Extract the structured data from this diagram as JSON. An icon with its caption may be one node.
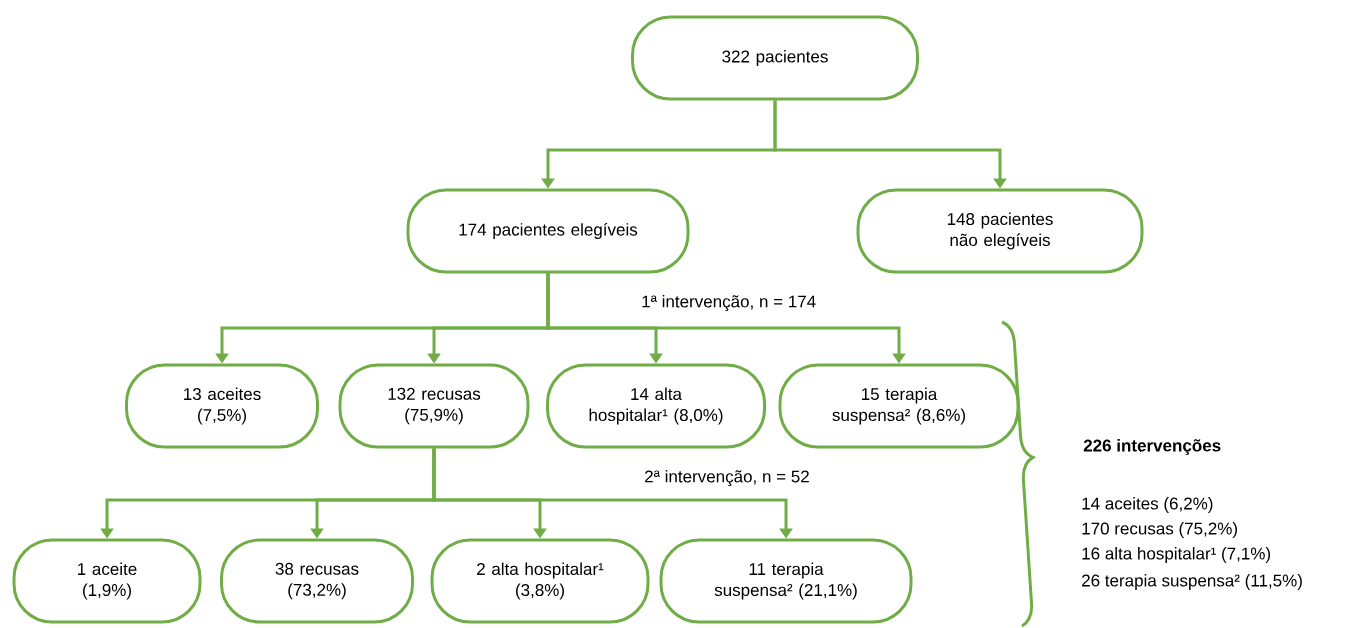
{
  "diagram": {
    "nodes": [
      {
        "text": [
          "322 pacientes"
        ]
      },
      {
        "text": [
          "174 pacientes elegíveis"
        ]
      },
      {
        "text": [
          "148 pacientes não elegíveis"
        ]
      },
      {
        "text": [
          "13 aceites (7,5%)"
        ]
      },
      {
        "text": [
          "132 recusas (75,9%)"
        ]
      },
      {
        "text": [
          "14 alta hospitalar¹ (8,0%)"
        ]
      },
      {
        "text": [
          "15 terapia suspensa² (8,6%)"
        ]
      },
      {
        "text": [
          "1 aceite (1,9%)"
        ]
      },
      {
        "text": [
          "38 recusas (73,2%)"
        ]
      },
      {
        "text": [
          "2 alta hospitalar¹ (3,8%)"
        ]
      },
      {
        "text": [
          "11 terapia suspensa² (21,1%)"
        ]
      }
    ],
    "edges": [
      {
        "from": 0,
        "to": 1,
        "arrow": "to"
      },
      {
        "from": 0,
        "to": 2,
        "arrow": "to"
      },
      {
        "from": 1,
        "to": 3,
        "arrow": "to"
      },
      {
        "from": 1,
        "to": 4,
        "arrow": "to"
      },
      {
        "from": 1,
        "to": 5,
        "arrow": "to"
      },
      {
        "from": 1,
        "to": 6,
        "arrow": "to"
      },
      {
        "from": 4,
        "to": 7,
        "arrow": "to"
      },
      {
        "from": 4,
        "to": 8,
        "arrow": "to"
      },
      {
        "from": 4,
        "to": 9,
        "arrow": "to"
      },
      {
        "from": 4,
        "to": 10,
        "arrow": "to"
      }
    ],
    "labels": [
      "1ª intervenção, n = 174",
      "2ª intervenção, n = 52",
      "226 intervenções",
      "14 aceites (6,2%)",
      "170 recusas (75,2%)",
      "16 alta hospitalar¹ (7,1%)",
      "26 terapia suspensa² (11,5%)"
    ]
  }
}
